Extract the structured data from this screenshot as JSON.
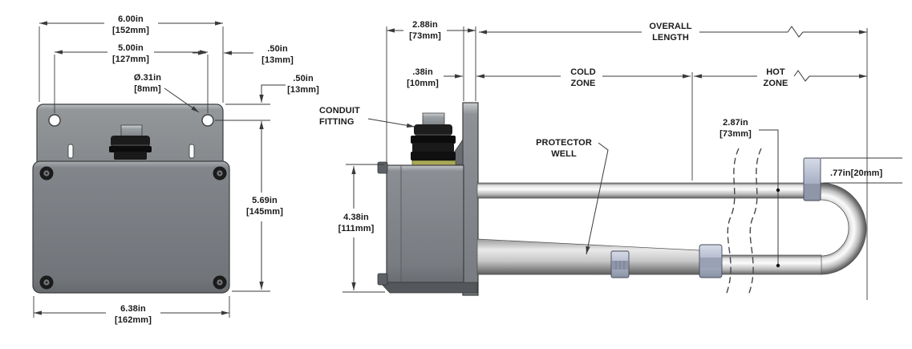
{
  "front_view": {
    "dim_overall_width": {
      "in": "6.00in",
      "mm": "[152mm]"
    },
    "dim_hole_spacing": {
      "in": "5.00in",
      "mm": "[127mm]"
    },
    "dim_hole_diameter": {
      "in": "Ø.31in",
      "mm": "[8mm]"
    },
    "dim_hole_edge_offset_h": {
      "in": ".50in",
      "mm": "[13mm]"
    },
    "dim_hole_edge_offset_v": {
      "in": ".50in",
      "mm": "[13mm]"
    },
    "dim_body_height": {
      "in": "5.69in",
      "mm": "[145mm]"
    },
    "dim_base_width": {
      "in": "6.38in",
      "mm": "[162mm]"
    }
  },
  "side_view": {
    "label_conduit_fitting": {
      "l1": "CONDUIT",
      "l2": "FITTING"
    },
    "label_protector_well": {
      "l1": "PROTECTOR",
      "l2": "WELL"
    },
    "dim_overall_length": {
      "l1": "OVERALL",
      "l2": "LENGTH"
    },
    "dim_cold_zone": {
      "l1": "COLD",
      "l2": "ZONE"
    },
    "dim_hot_zone": {
      "l1": "HOT",
      "l2": "ZONE"
    },
    "dim_enclosure_depth": {
      "in": "2.88in",
      "mm": "[73mm]"
    },
    "dim_plate_thickness": {
      "in": ".38in",
      "mm": "[10mm]"
    },
    "dim_enclosure_height": {
      "in": "4.38in",
      "mm": "[111mm]"
    },
    "dim_element_spacing": {
      "in": "2.87in",
      "mm": "[73mm]"
    },
    "dim_bend_clamp_offset": ".77in[20mm]"
  },
  "colors": {
    "line": "#3a3a3a",
    "text": "#1a1a1a",
    "plate_gray": "#8d9196",
    "enclosure_gray": "#7b7f84",
    "fitting_black": "#161616",
    "gasket_olive": "#a9a858",
    "clamp_lavender": "#b3bacd",
    "underside_gray": "#54575b"
  }
}
